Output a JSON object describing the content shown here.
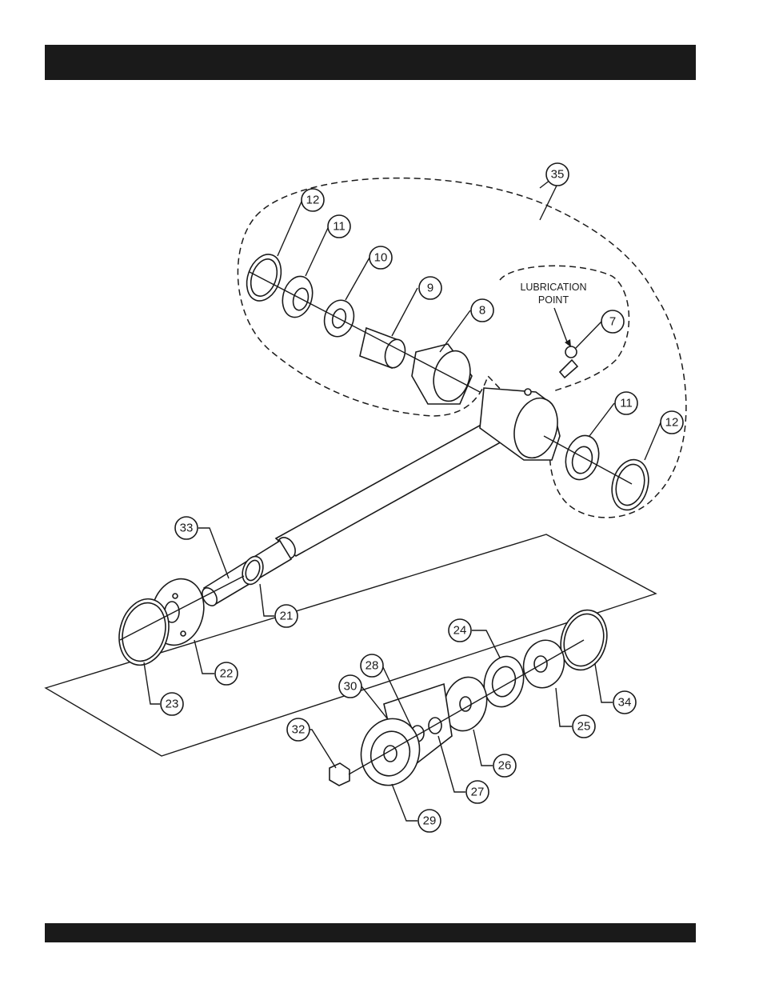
{
  "header_bar": {
    "color": "#1a1a1a"
  },
  "footer_bar": {
    "color": "#1a1a1a"
  },
  "note": {
    "line1": "LUBRICATION",
    "line2": "POINT"
  },
  "callouts": {
    "c35": "35",
    "c12a": "12",
    "c11a": "11",
    "c10": "10",
    "c9": "9",
    "c8": "8",
    "c7": "7",
    "c11b": "11",
    "c12b": "12",
    "c33": "33",
    "c21": "21",
    "c22": "22",
    "c23": "23",
    "c24": "24",
    "c34": "34",
    "c28": "28",
    "c30": "30",
    "c25": "25",
    "c26": "26",
    "c32": "32",
    "c27": "27",
    "c29": "29"
  }
}
